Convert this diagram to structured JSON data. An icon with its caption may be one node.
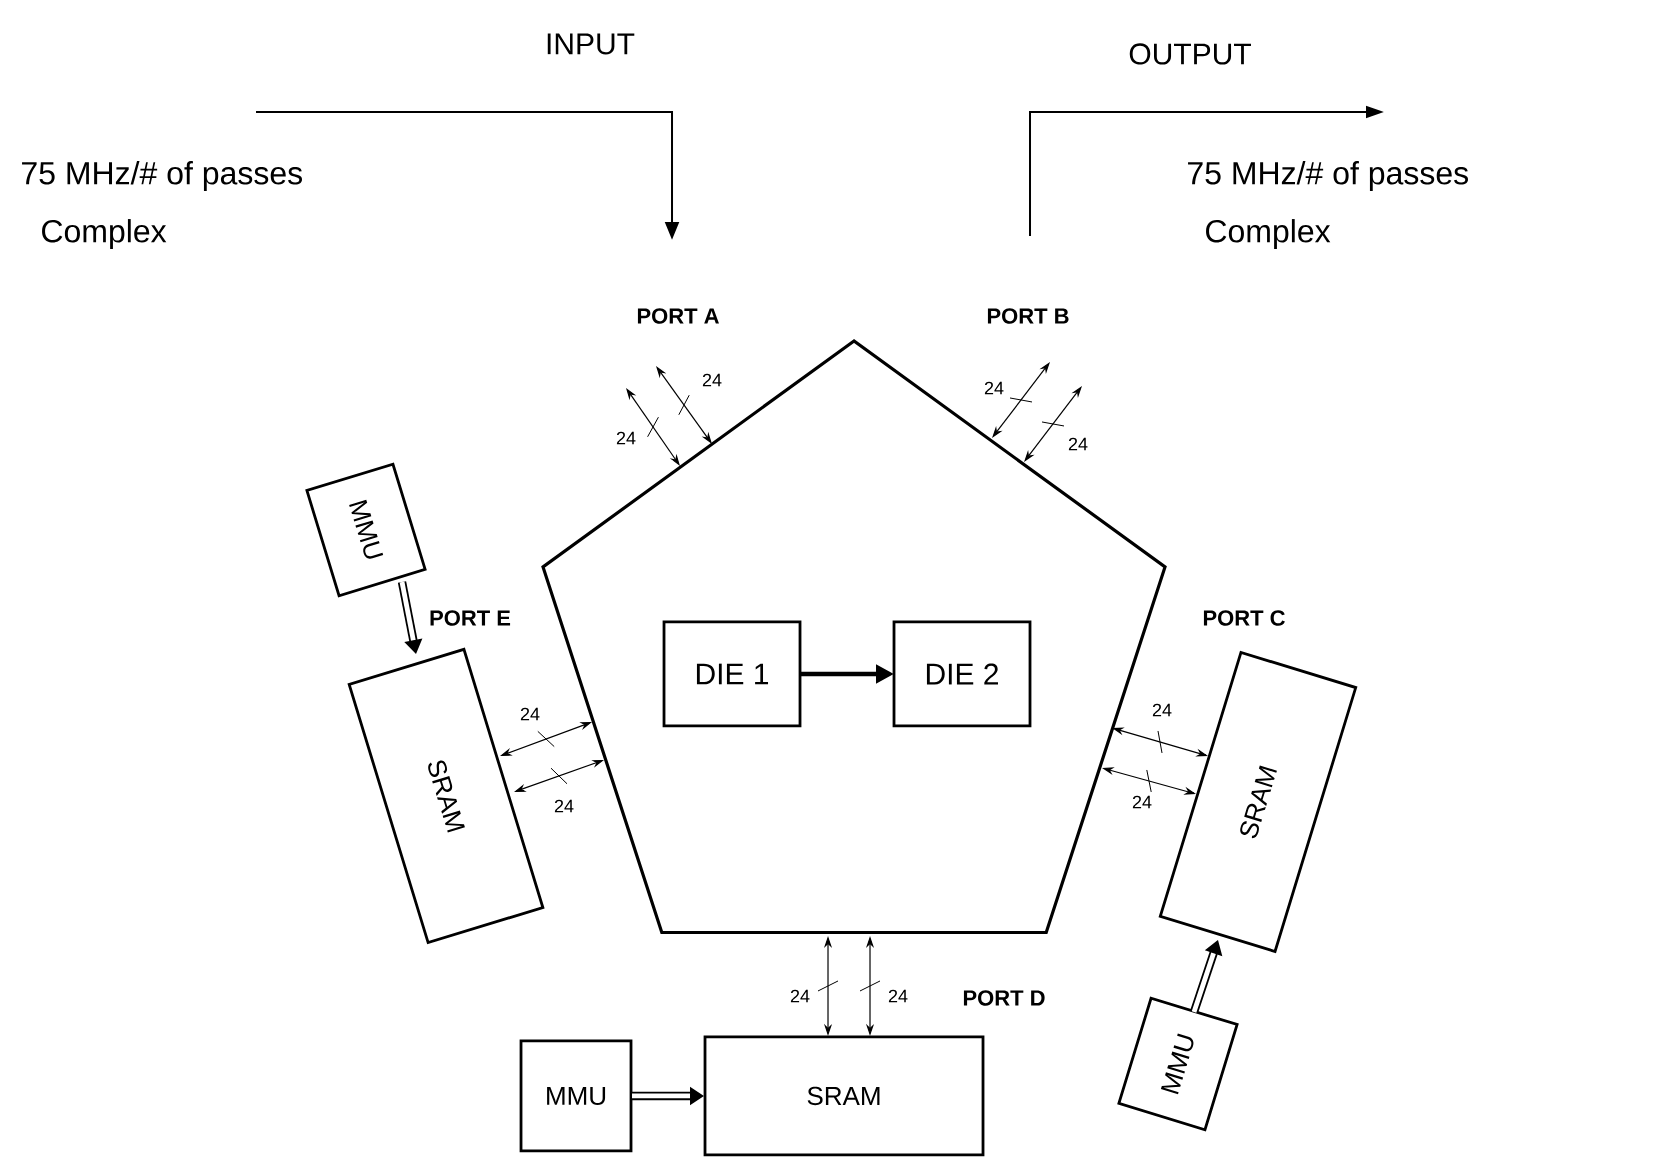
{
  "diagram": {
    "nodes": [
      {
        "text": [],
        "shape": "pentagon"
      },
      {
        "text": [
          "DIE 1"
        ],
        "in": 0
      },
      {
        "text": [
          "DIE 2"
        ],
        "in": 0
      },
      {
        "text": [
          "MMU"
        ]
      },
      {
        "text": [
          "SRAM"
        ]
      },
      {
        "text": [
          "SRAM"
        ]
      },
      {
        "text": [
          "MMU"
        ]
      },
      {
        "text": [
          "MMU"
        ]
      },
      {
        "text": [
          "SRAM"
        ]
      }
    ],
    "edges": [
      {
        "from": 1,
        "to": 2,
        "arrow": "to",
        "style": "thick"
      },
      {
        "from": 0,
        "to": null,
        "arrow": "both",
        "label": "24"
      },
      {
        "from": 0,
        "to": null,
        "arrow": "both",
        "label": "24"
      },
      {
        "from": 0,
        "to": null,
        "arrow": "both",
        "label": "24"
      },
      {
        "from": 0,
        "to": null,
        "arrow": "both",
        "label": "24"
      },
      {
        "from": 3,
        "to": 4,
        "arrow": "to",
        "style": "thick"
      },
      {
        "from": 4,
        "to": 0,
        "arrow": "both",
        "label": "24"
      },
      {
        "from": 4,
        "to": 0,
        "arrow": "both",
        "label": "24"
      },
      {
        "from": 0,
        "to": 5,
        "arrow": "both",
        "label": "24"
      },
      {
        "from": 0,
        "to": 5,
        "arrow": "both",
        "label": "24"
      },
      {
        "from": 6,
        "to": 5,
        "arrow": "to",
        "style": "thick"
      },
      {
        "from": 0,
        "to": 8,
        "arrow": "both",
        "label": "24"
      },
      {
        "from": 0,
        "to": 8,
        "arrow": "both",
        "label": "24"
      },
      {
        "from": 7,
        "to": 8,
        "arrow": "to",
        "style": "thick"
      }
    ],
    "labels": [
      "INPUT",
      "OUTPUT",
      "75 MHz/# of passes",
      "Complex",
      "75 MHz/# of passes",
      "Complex",
      "PORT A",
      "PORT B",
      "PORT E",
      "PORT C",
      "PORT D"
    ]
  }
}
